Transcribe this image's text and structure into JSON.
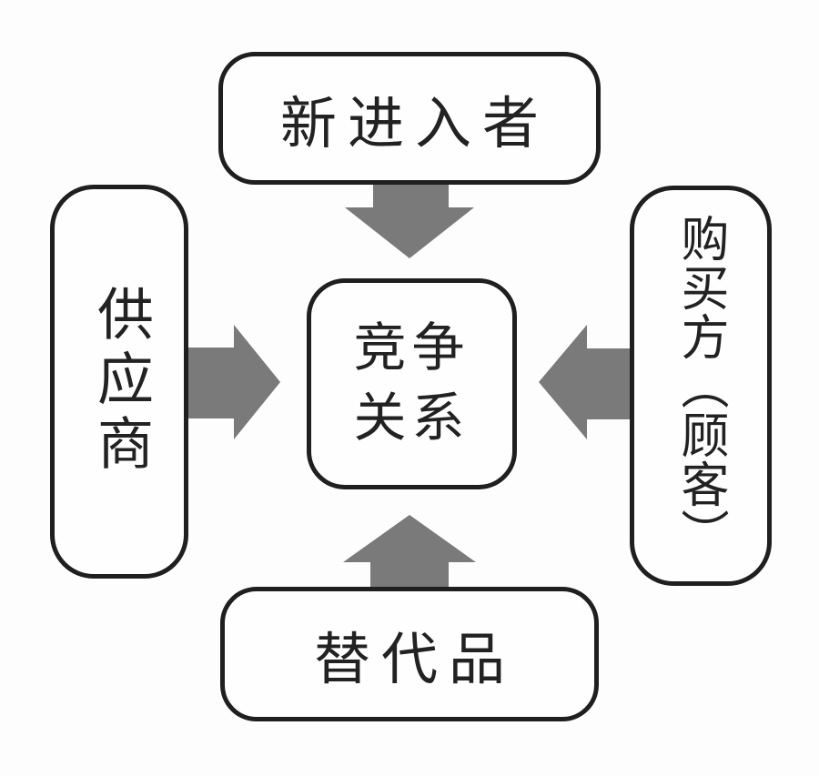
{
  "diagram": {
    "name": "five-forces-diagram",
    "nodes": {
      "top": {
        "label": "新进入者"
      },
      "left": {
        "label": "供应商"
      },
      "right": {
        "label": "购买方（顾客）"
      },
      "bottom": {
        "label": "替代品"
      },
      "center": {
        "line1": "竞争",
        "line2": "关系"
      }
    },
    "arrows": [
      {
        "name": "top-arrow",
        "from": "top",
        "to": "center",
        "direction": "down"
      },
      {
        "name": "left-arrow",
        "from": "left",
        "to": "center",
        "direction": "right"
      },
      {
        "name": "right-arrow",
        "from": "right",
        "to": "center",
        "direction": "left"
      },
      {
        "name": "bottom-arrow",
        "from": "bottom",
        "to": "center",
        "direction": "up"
      }
    ],
    "colors": {
      "arrow": "#7a7a7a",
      "border": "#1f1f1f",
      "background": "#fdfdfd",
      "text": "#222222"
    }
  }
}
